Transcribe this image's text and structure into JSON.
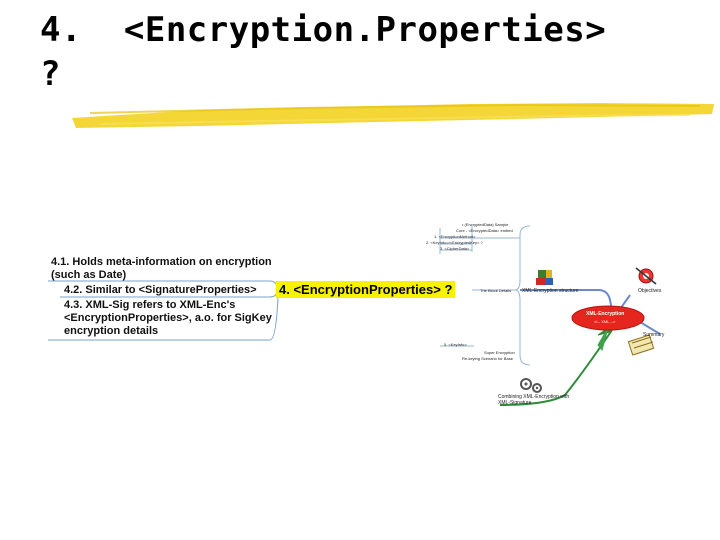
{
  "slide": {
    "title_line1": "4.  <Encryption.Properties>",
    "title_line2": "?"
  },
  "mindmap": {
    "highlighted_node": "4.  <EncryptionProperties> ?",
    "subnotes": [
      "4.1.  Holds meta-information on encryption",
      "(such as Date)",
      "4.2.  Similar to <SignatureProperties>",
      "4.3.  XML-Sig refers to XML-Enc's",
      "<EncryptionProperties>, a.o. for SigKey",
      "encryption details"
    ],
    "center": {
      "label": "XML-Encryption",
      "sub": "<!-- XML -->"
    },
    "branch_labels": {
      "structure": "XML-Encryption structure",
      "objectives": "Objectives",
      "summary": "Summary",
      "combining_1": "Combining XML-Encryption with",
      "combining_2": "XML-Signature",
      "block_details": "The Block Details"
    },
    "top_items": [
      "• (EncryptedData) Sample",
      "Core - <EncryptedData> embed",
      "1. <EncryptionMethod>",
      "2. <KeyInfo>/<EncryptedKey> ?",
      "3. <CipherData>"
    ],
    "bottom_items": [
      "5. <KeyInfo>",
      "Super Encryption",
      "Re-keying Scenario for Base"
    ]
  }
}
